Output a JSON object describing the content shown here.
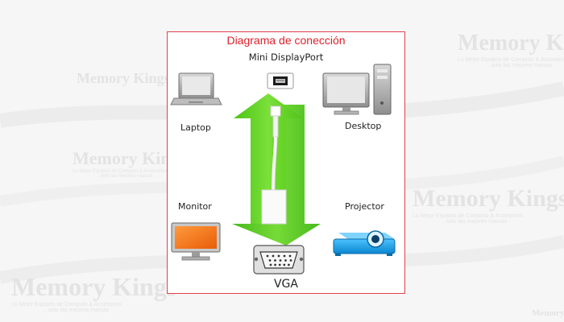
{
  "watermark": {
    "brand": "Memory Kings",
    "tagline": "Lo Mejor Equipos de Computo & Accesorios",
    "tagline2": "...solo las mejores marcas",
    "brand_partial": "Memory"
  },
  "diagram": {
    "title": "Diagrama de conección",
    "labels": {
      "mini_displayport": "Mini DisplayPort",
      "laptop": "Laptop",
      "desktop": "Desktop",
      "monitor": "Monitor",
      "projector": "Projector",
      "vga": "VGA"
    }
  },
  "colors": {
    "frame_border": "#e0404a",
    "title": "#e0202c",
    "arrow": "#5bd41e",
    "monitor_screen": "#f07318",
    "projector_body": "#1ea3e6"
  }
}
